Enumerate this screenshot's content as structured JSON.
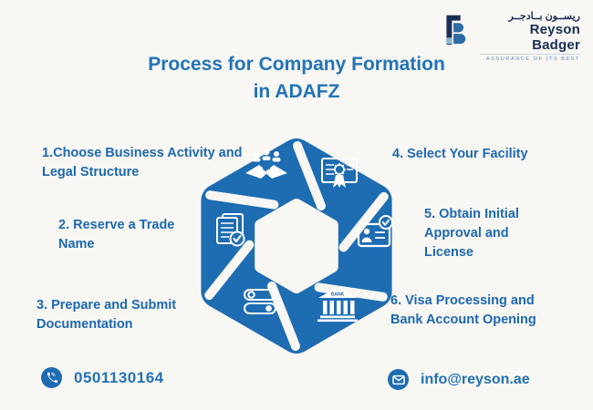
{
  "page": {
    "background": "#f8f7f3",
    "accent_blue": "#1e6cb2",
    "text_blue": "#1d68b0",
    "navy": "#1b2f55"
  },
  "logo": {
    "arabic": "ريســون بــادجــر",
    "name": "Reyson Badger",
    "tagline": "ASSURANCE OF ITS BEST"
  },
  "title": {
    "line1": "Process for Company Formation",
    "line2": "in ADAFZ"
  },
  "steps": [
    {
      "label": "1.Choose Business Activity and Legal Structure"
    },
    {
      "label": "2. Reserve a Trade Name"
    },
    {
      "label": "3. Prepare and Submit Documentation"
    },
    {
      "label": "4. Select Your Facility"
    },
    {
      "label": "5. Obtain Initial Approval and License"
    },
    {
      "label": "6. Visa Processing and Bank Account Opening"
    }
  ],
  "diagram": {
    "bank_label": "BANK",
    "icons": [
      {
        "name": "partnership-icon",
        "meaning": "people and handshake"
      },
      {
        "name": "certificate-icon",
        "meaning": "certificate with rosette seal"
      },
      {
        "name": "documents-check-icon",
        "meaning": "documents with checkmark"
      },
      {
        "name": "id-card-check-icon",
        "meaning": "id card with checkmark"
      },
      {
        "name": "toggles-icon",
        "meaning": "two toggle sliders"
      },
      {
        "name": "bank-icon",
        "meaning": "bank building"
      }
    ]
  },
  "contact": {
    "phone": "0501130164",
    "email": "info@reyson.ae"
  }
}
